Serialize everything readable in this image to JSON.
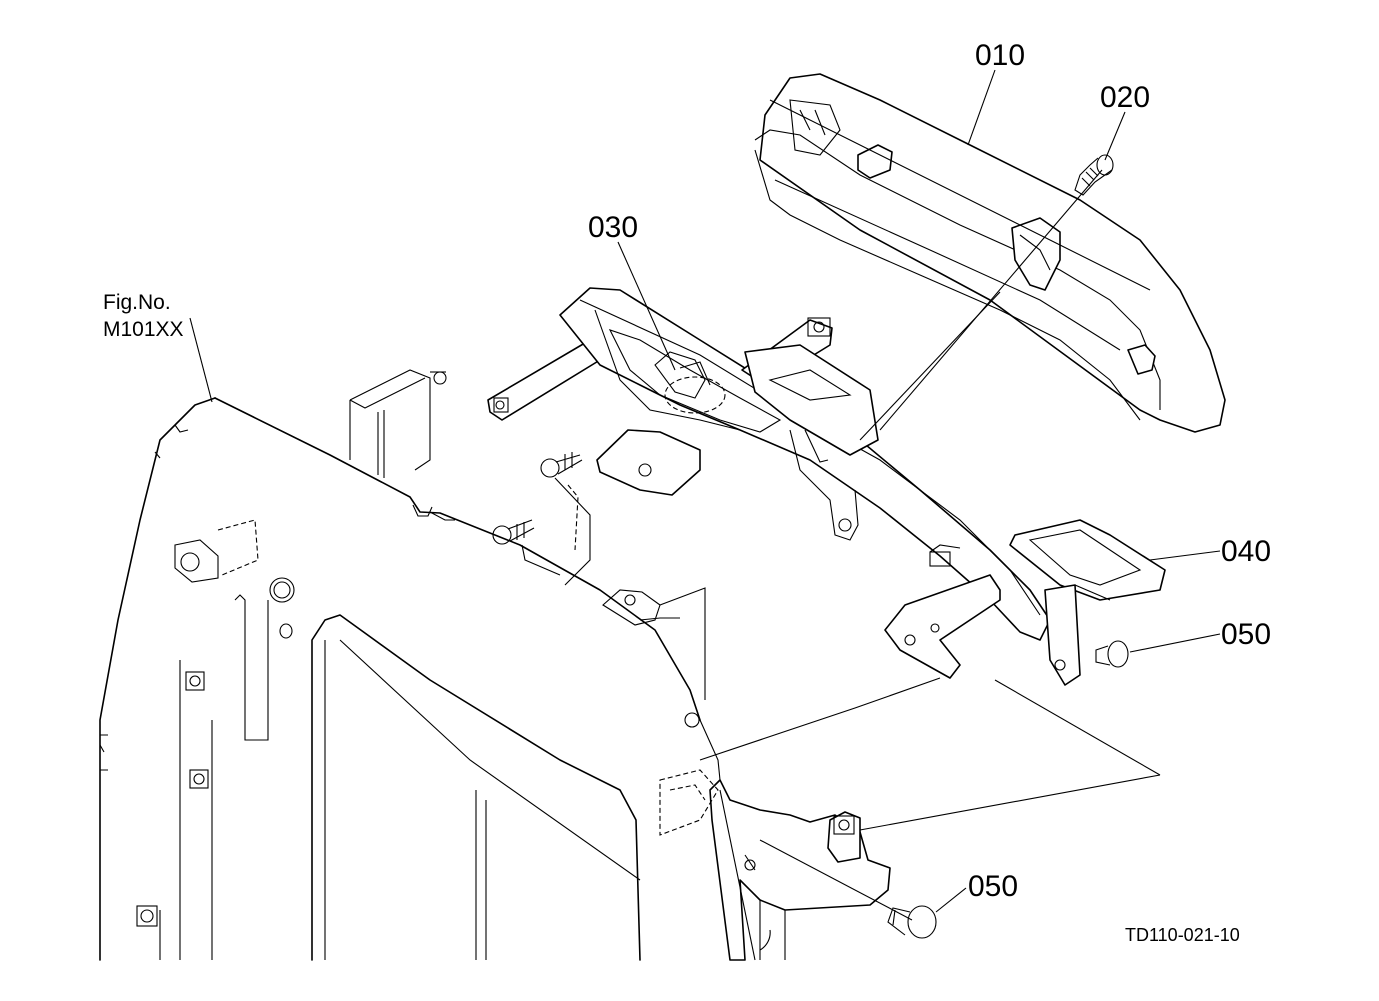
{
  "figure": {
    "label_line1": "Fig.No.",
    "label_line2": "M101XX"
  },
  "parts": [
    {
      "id": "p010",
      "number": "010"
    },
    {
      "id": "p020",
      "number": "020"
    },
    {
      "id": "p030",
      "number": "030"
    },
    {
      "id": "p040",
      "number": "040"
    },
    {
      "id": "p050a",
      "number": "050"
    },
    {
      "id": "p050b",
      "number": "050"
    }
  ],
  "drawing_ref": "TD110-021-10"
}
